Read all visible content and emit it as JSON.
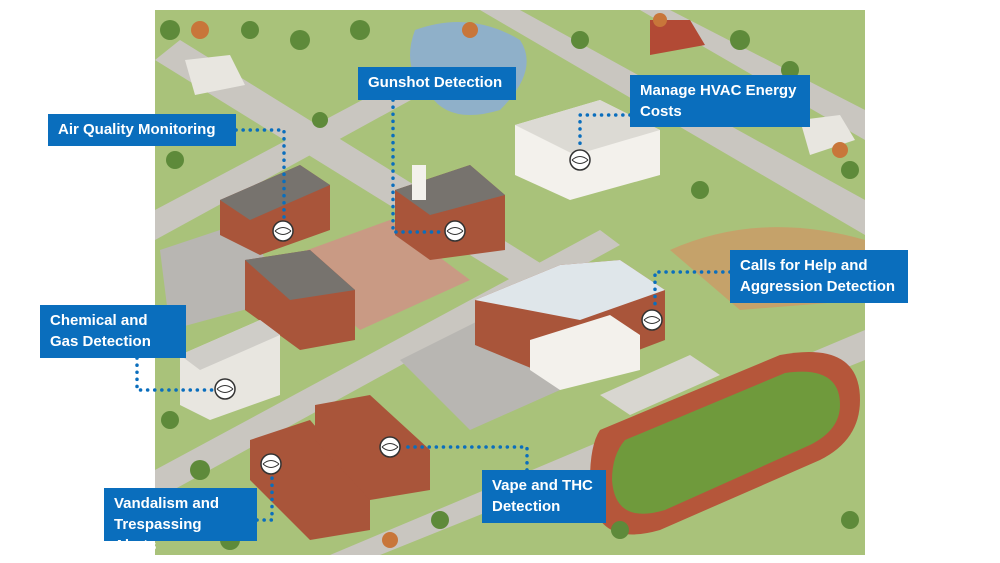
{
  "labels": {
    "air_quality": "Air Quality Monitoring",
    "gunshot": "Gunshot Detection",
    "hvac": "Manage HVAC Energy Costs",
    "calls_for_help": "Calls for Help and Aggression Detection",
    "chemical_gas": "Chemical and Gas Detection",
    "vape_thc": "Vape and THC Detection",
    "vandalism": "Vandalism and Trespassing Alerts"
  },
  "colors": {
    "label_bg": "#0a6ebd",
    "label_text": "#ffffff",
    "grass": "#a9c27a",
    "road": "#c9c6c0",
    "track": "#b5563a",
    "field": "#6f9a3c"
  },
  "icons": [
    "sensor-icon"
  ]
}
